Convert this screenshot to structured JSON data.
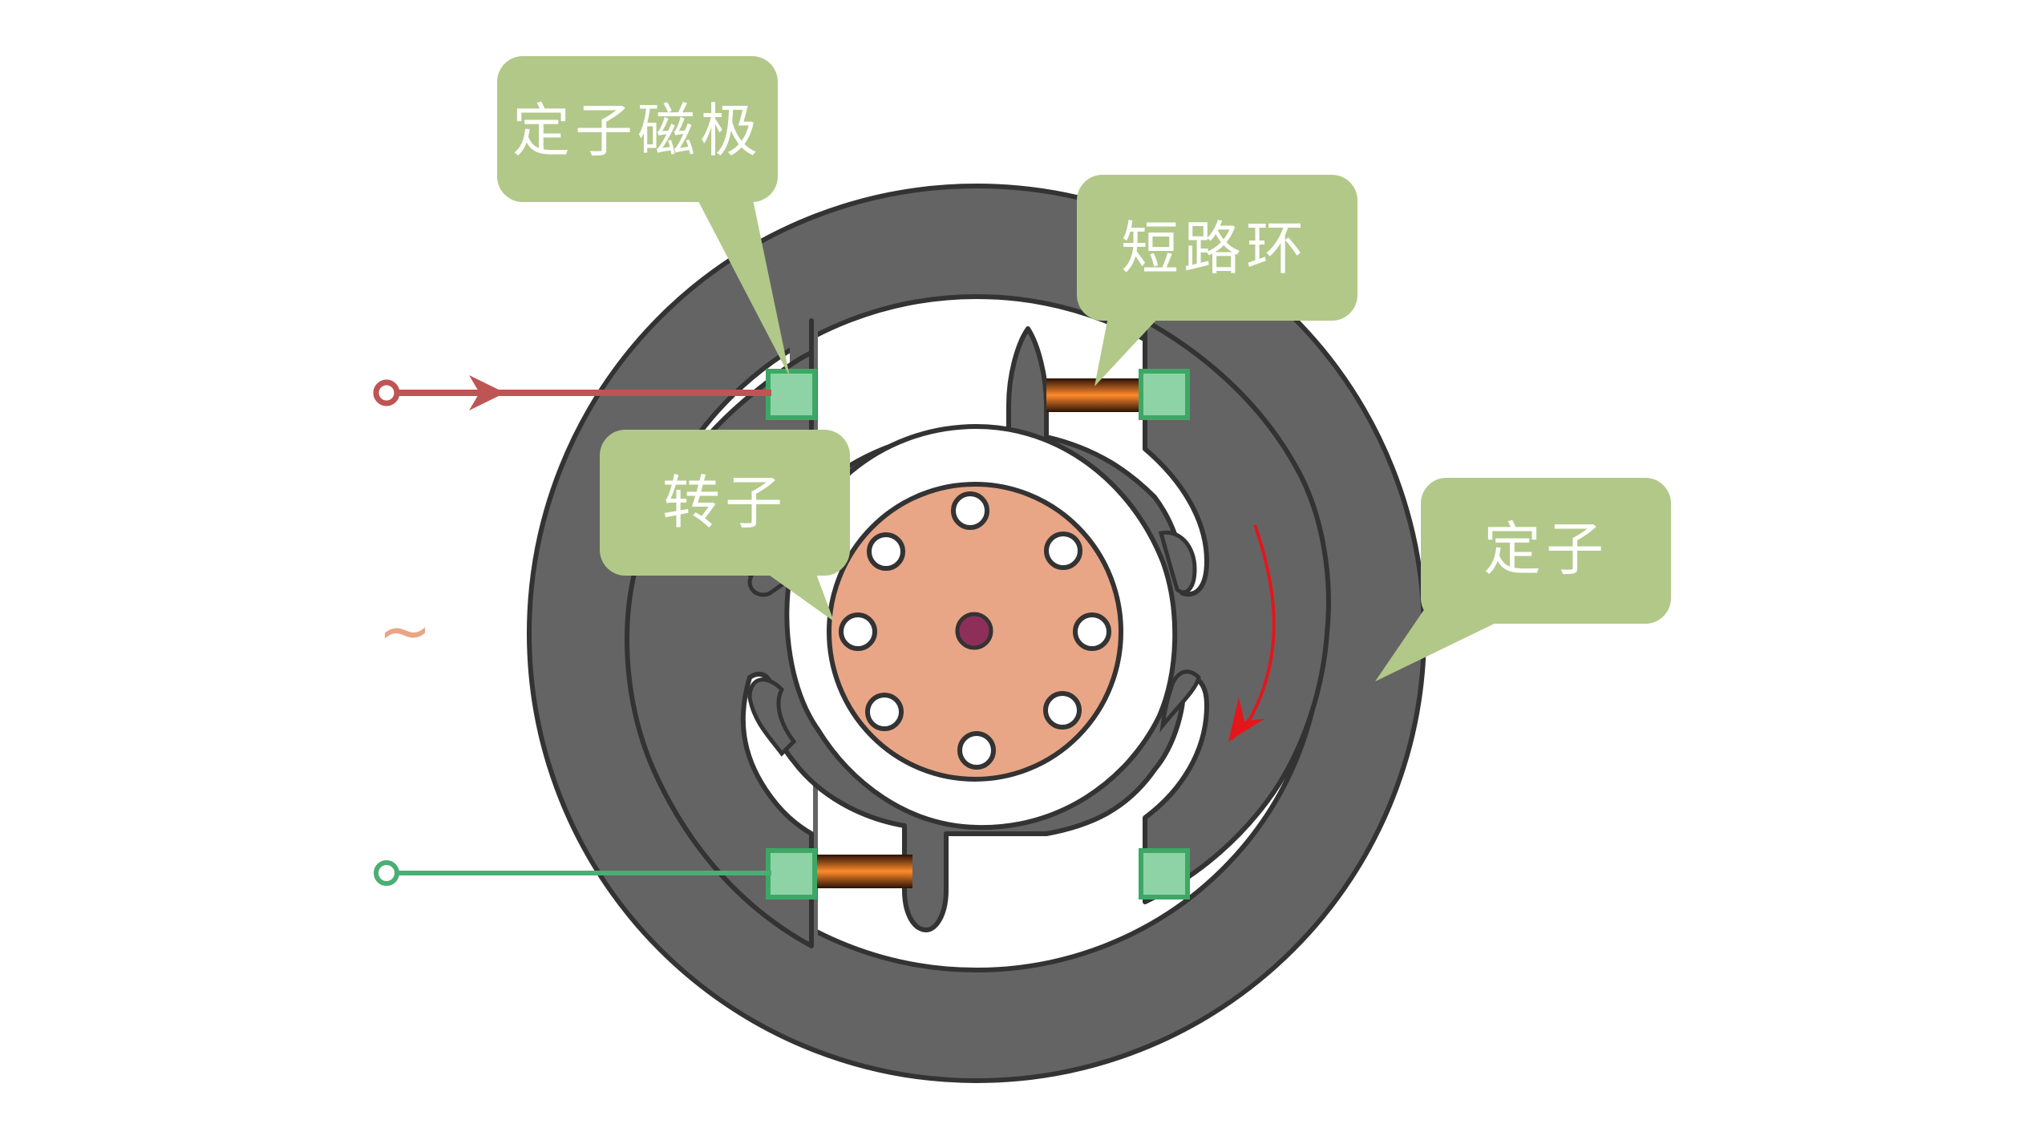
{
  "labels": {
    "stator_pole": "定子磁极",
    "shading_ring": "短路环",
    "rotor": "转子",
    "stator": "定子"
  },
  "ac_symbol": "~",
  "colors": {
    "stator": "#646464",
    "outline": "#333333",
    "rotor": "#E8A686",
    "rotor_hub": "#8E2F5A",
    "callout": "#B2C889",
    "pole_marker": "#8ED3A6",
    "pole_marker_border": "#3DA865",
    "wire_top": "#BF5454",
    "wire_bottom": "#4BAE74",
    "rotation_arrow": "#E4161B",
    "ring_core": "#FF8A2B",
    "ring_edge": "#2A1208",
    "tilde": "#E8A686"
  },
  "icons": {
    "wire_top_arrow": "right-arrow",
    "rotation": "clockwise-arrow"
  }
}
